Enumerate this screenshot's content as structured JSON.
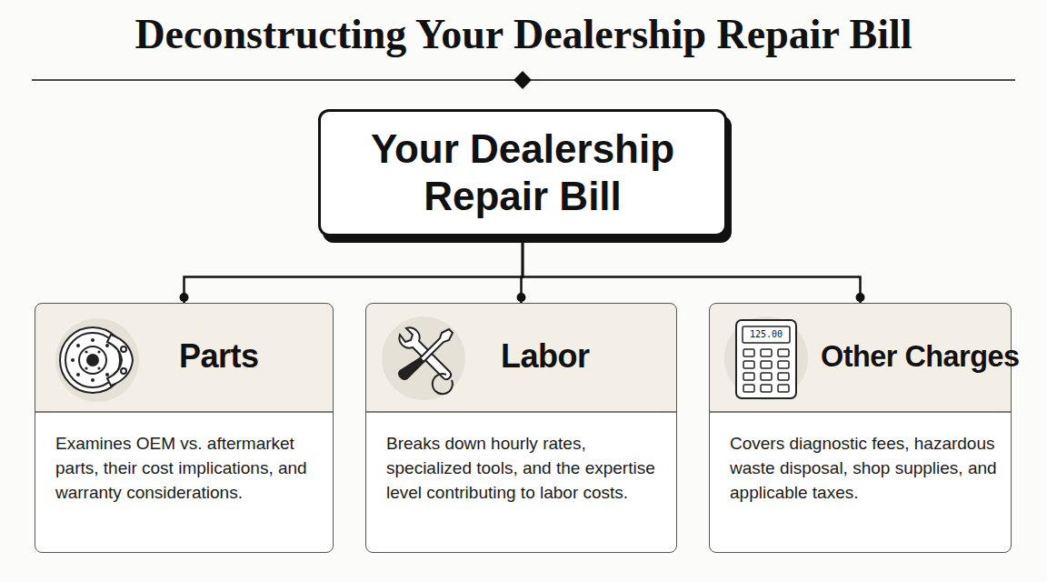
{
  "diagram": {
    "title": "Deconstructing Your Dealership Repair Bill",
    "nodes": [
      {
        "text": [
          "Your Dealership Repair Bill"
        ]
      },
      {
        "text": [
          "Parts",
          "Examines OEM vs. aftermarket parts, their cost implications, and warranty considerations."
        ]
      },
      {
        "text": [
          "Labor",
          "Breaks down hourly rates, specialized tools, and the expertise level contributing to labor costs."
        ]
      },
      {
        "text": [
          "Other Charges",
          "Covers diagnostic fees, hazardous waste disposal, shop supplies, and applicable taxes."
        ]
      }
    ],
    "edges": [
      {
        "from": 0,
        "to": 1,
        "arrow": "none"
      },
      {
        "from": 0,
        "to": 2,
        "arrow": "none"
      },
      {
        "from": 0,
        "to": 3,
        "arrow": "none"
      }
    ],
    "labels": [
      "125.00"
    ]
  }
}
